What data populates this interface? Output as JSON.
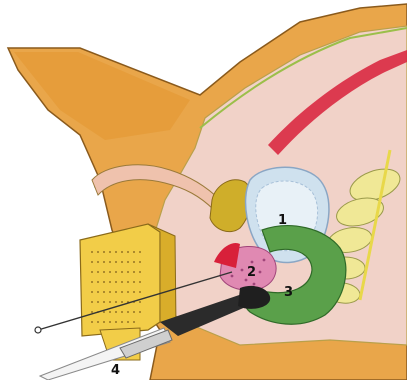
{
  "figure": {
    "labels": [
      {
        "text": "1",
        "refers_to": "bladder"
      },
      {
        "text": "2",
        "refers_to": "prostate"
      },
      {
        "text": "3",
        "refers_to": "rectum"
      },
      {
        "text": "4",
        "refers_to": "ultrasound-probe"
      }
    ]
  },
  "palette": {
    "body": "#e9a64a",
    "body_outline": "#8a5a1c",
    "internal": "#f1d2c8",
    "bladder": "#cfe1ee",
    "prostate": "#e089b2",
    "rectum": "#5aa04a",
    "spine": "#f0e896",
    "spinal_cord": "#d8203a",
    "template": "#f2cd48",
    "probe": "#2b2b2b"
  }
}
